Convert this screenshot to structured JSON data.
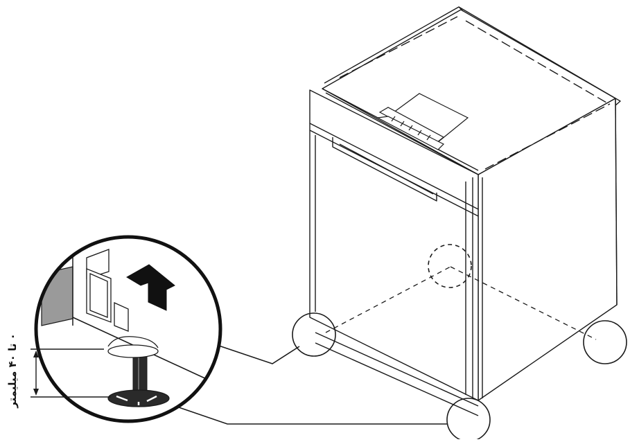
{
  "diagram": {
    "dimension_label": "۰ تا ۴۰ میلیمتر",
    "colors": {
      "line": "#1a1a1a",
      "panel_fill": "#ffffff",
      "slot_gray": "#9a9a9a",
      "arrow_fill": "#111111"
    },
    "icons": [
      "dishwasher-illustration",
      "leveling-foot-detail",
      "up-arrow-icon",
      "detail-circle"
    ]
  }
}
